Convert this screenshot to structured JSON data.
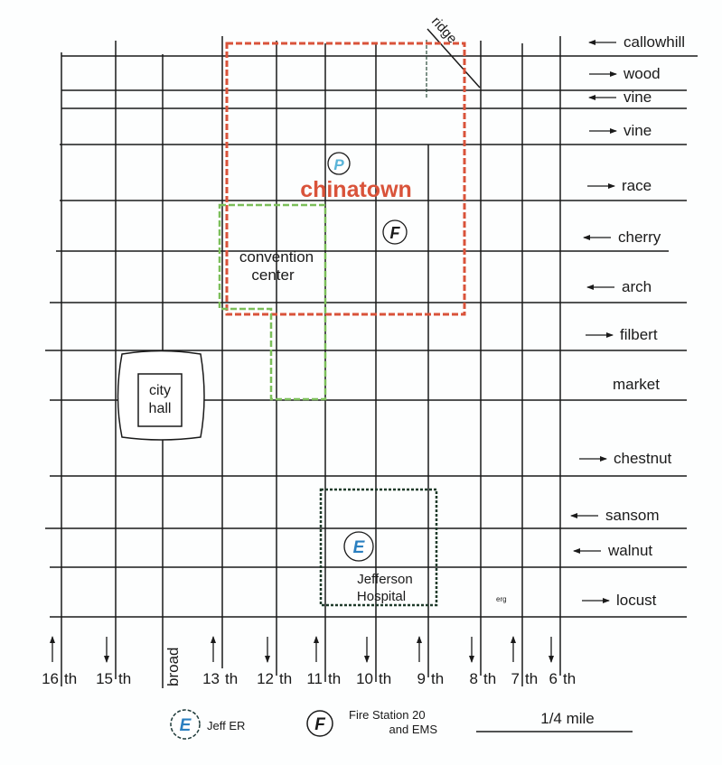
{
  "map": {
    "district_label": "chinatown",
    "convention_label_line1": "convention",
    "convention_label_line2": "center",
    "city_hall_line1": "city",
    "city_hall_line2": "hall",
    "hospital_line1": "Jefferson",
    "hospital_line2": "Hospital",
    "ridge_label": "ridge",
    "small_note": "erg",
    "markers": {
      "parking": "P",
      "fire": "F",
      "er": "E"
    }
  },
  "colors": {
    "chinatown": "#d9533a",
    "convention": "#7cbf5a",
    "hospital": "#1f3b2a",
    "er": "#2a7fc0",
    "parking": "#5ab4d8"
  },
  "east_west_streets": [
    {
      "name": "callowhill",
      "direction": "west"
    },
    {
      "name": "wood",
      "direction": "east"
    },
    {
      "name": "vine",
      "direction": "west"
    },
    {
      "name": "vine",
      "direction": "east"
    },
    {
      "name": "race",
      "direction": "east"
    },
    {
      "name": "cherry",
      "direction": "west"
    },
    {
      "name": "arch",
      "direction": "west"
    },
    {
      "name": "filbert",
      "direction": "east"
    },
    {
      "name": "market",
      "direction": "none"
    },
    {
      "name": "chestnut",
      "direction": "east"
    },
    {
      "name": "sansom",
      "direction": "west"
    },
    {
      "name": "walnut",
      "direction": "west"
    },
    {
      "name": "locust",
      "direction": "east"
    }
  ],
  "north_south_streets": [
    {
      "num": "16",
      "suffix": "th",
      "direction": "north"
    },
    {
      "num": "15",
      "suffix": "th",
      "direction": "south"
    },
    {
      "num": "broad",
      "suffix": "",
      "direction": "none"
    },
    {
      "num": "13",
      "suffix": "th",
      "direction": "north"
    },
    {
      "num": "12",
      "suffix": "th",
      "direction": "south"
    },
    {
      "num": "11",
      "suffix": "th",
      "direction": "north"
    },
    {
      "num": "10",
      "suffix": "th",
      "direction": "south"
    },
    {
      "num": "9",
      "suffix": "th",
      "direction": "north"
    },
    {
      "num": "8",
      "suffix": "th",
      "direction": "south"
    },
    {
      "num": "7",
      "suffix": "th",
      "direction": "north"
    },
    {
      "num": "6",
      "suffix": "th",
      "direction": "south"
    }
  ],
  "legend": {
    "er_label": "Jeff ER",
    "fire_label_line1": "Fire Station 20",
    "fire_label_line2": "and  EMS",
    "scale_label": "1/4 mile"
  }
}
